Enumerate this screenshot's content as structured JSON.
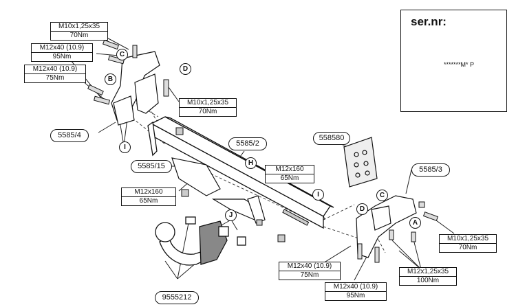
{
  "specs": {
    "bolt_top": {
      "size": "M10x1,25x35",
      "torque": "70Nm"
    },
    "bolt_upper_left": {
      "size": "M12x40 (10.9)",
      "torque": "95Nm"
    },
    "bolt_mid_left": {
      "size": "M12x40 (10.9)",
      "torque": "75Nm"
    },
    "bolt_upper_right_bracket": {
      "size": "M10x1,25x35",
      "torque": "70Nm"
    },
    "bolt_cross_center": {
      "size": "M12x160",
      "torque": "65Nm"
    },
    "bolt_cross_left": {
      "size": "M12x160",
      "torque": "65Nm"
    },
    "bolt_right": {
      "size": "M10x1,25x35",
      "torque": "70Nm"
    },
    "bolt_bottom_75": {
      "size": "M12x40 (10.9)",
      "torque": "75Nm"
    },
    "bolt_bottom_95": {
      "size": "M12x40 (10.9)",
      "torque": "95Nm"
    },
    "bolt_bottom_right": {
      "size": "M12x1,25x35",
      "torque": "100Nm"
    }
  },
  "part_numbers": {
    "left_bracket": "5585/4",
    "crossbar": "5585/2",
    "left_sub": "5585/15",
    "right_bracket": "5585/3",
    "electrical_kit": "558580",
    "ball": "9555212"
  },
  "letters": {
    "c_left": "C",
    "d_left": "D",
    "b_left": "B",
    "i_left": "I",
    "h_center": "H",
    "j_center": "J",
    "i_right": "I",
    "c_right": "C",
    "d_right": "D",
    "a_right": "A"
  },
  "serial": {
    "label": "ser.nr:",
    "code": "*******M* P"
  }
}
